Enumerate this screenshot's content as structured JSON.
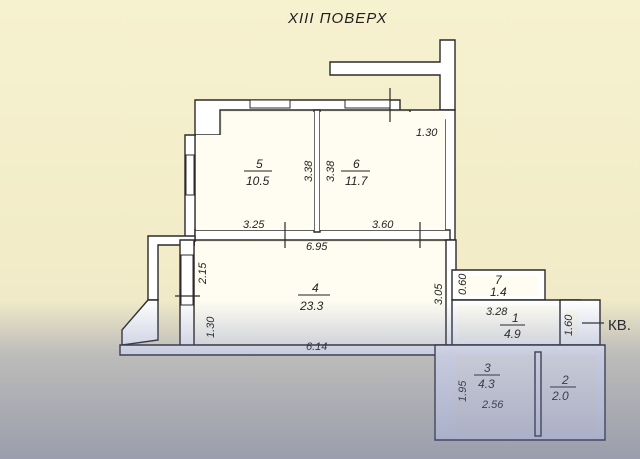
{
  "title": "XIII ПОВЕРХ",
  "label_kv": "КВ.",
  "rooms": [
    {
      "num": "1",
      "area": "4.9"
    },
    {
      "num": "2",
      "area": "2.0"
    },
    {
      "num": "3",
      "area": "4.3"
    },
    {
      "num": "4",
      "area": "23.3"
    },
    {
      "num": "5",
      "area": "10.5"
    },
    {
      "num": "6",
      "area": "11.7"
    },
    {
      "num": "7",
      "area": "1.4"
    }
  ],
  "dimensions": [
    "1.30",
    "3.38",
    "3.38",
    "3.25",
    "3.60",
    "6.95",
    "2.15",
    "3.05",
    "0.60",
    "3.28",
    "1.60",
    "1.30",
    "6.14",
    "1.95",
    "2.56"
  ]
}
